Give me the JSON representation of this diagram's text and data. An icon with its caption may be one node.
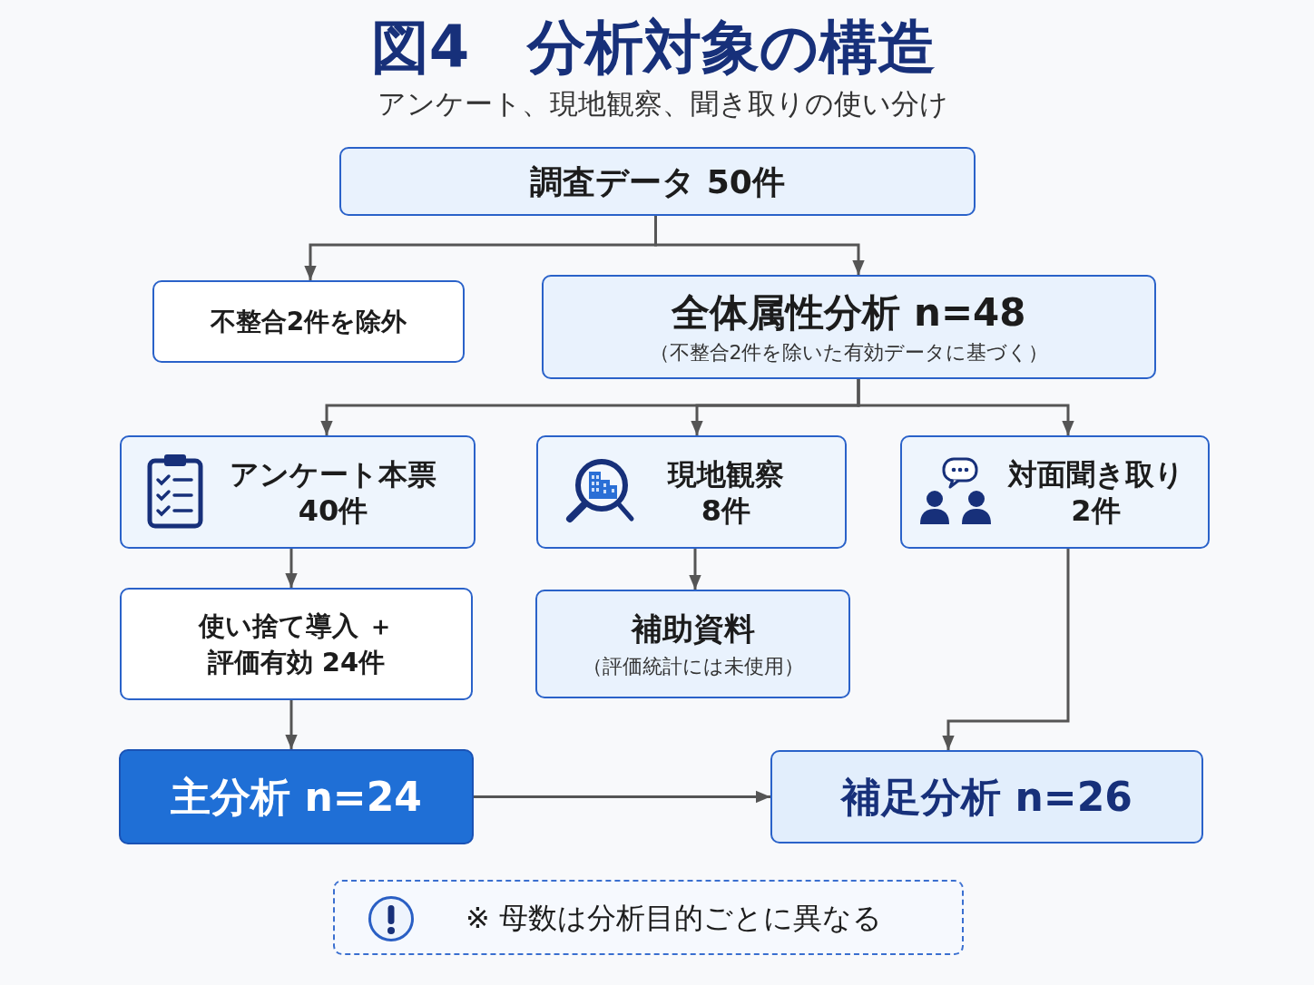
{
  "diagram": {
    "title": "図4　分析対象の構造",
    "nodes": [
      {
        "text": [
          "調査データ 50件"
        ]
      },
      {
        "text": [
          "不整合2件を除外"
        ]
      },
      {
        "text": [
          "全体属性分析 n=48",
          "（不整合2件を除いた有効データに基づく）"
        ]
      },
      {
        "text": [
          "アンケート本票",
          "40件"
        ]
      },
      {
        "text": [
          "現地観察",
          "8件"
        ]
      },
      {
        "text": [
          "対面聞き取り",
          "2件"
        ]
      },
      {
        "text": [
          "使い捨て導入 ＋",
          "評価有効 24件"
        ]
      },
      {
        "text": [
          "補助資料",
          "（評価統計には未使用）"
        ]
      },
      {
        "text": [
          "主分析 n=24"
        ]
      },
      {
        "text": [
          "補足分析 n=26"
        ]
      },
      {
        "text": [
          "※ 母数は分析目的ごとに異なる"
        ]
      }
    ],
    "edges": [
      {
        "from": 0,
        "to": 1,
        "arrow": "to"
      },
      {
        "from": 0,
        "to": 2,
        "arrow": "to"
      },
      {
        "from": 2,
        "to": 3,
        "arrow": "to"
      },
      {
        "from": 2,
        "to": 4,
        "arrow": "to"
      },
      {
        "from": 2,
        "to": 5,
        "arrow": "to"
      },
      {
        "from": 3,
        "to": 6,
        "arrow": "to"
      },
      {
        "from": 4,
        "to": 7,
        "arrow": "to"
      },
      {
        "from": 6,
        "to": 8,
        "arrow": "to"
      },
      {
        "from": 5,
        "to": 9,
        "arrow": "to"
      },
      {
        "from": 8,
        "to": 9,
        "arrow": "to"
      }
    ],
    "labels": [
      "アンケート、現地観察、聞き取りの使い分け"
    ]
  }
}
